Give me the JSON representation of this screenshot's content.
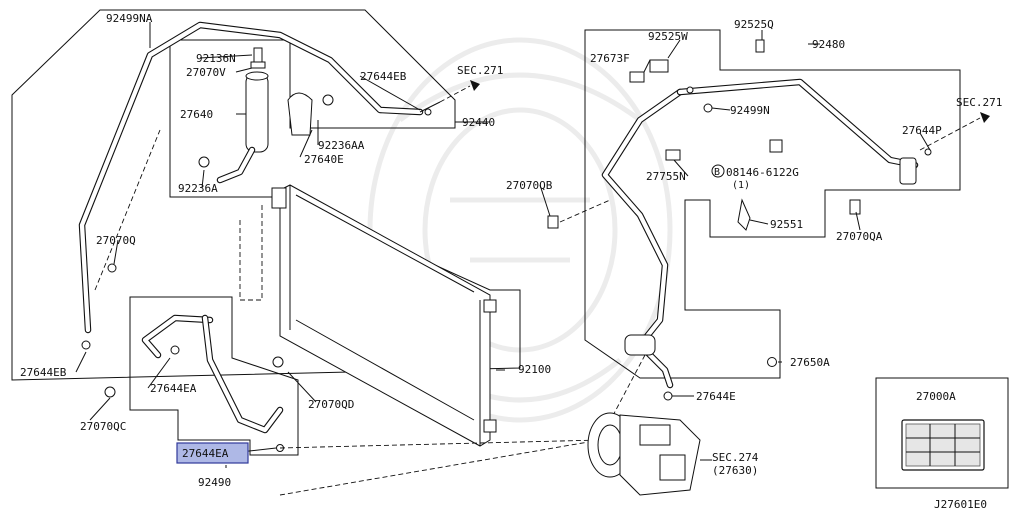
{
  "diagram": {
    "figure_code": "J27601E0",
    "part_labels": {
      "p92499NA": "92499NA",
      "p92136N": "92136N",
      "p27070V": "27070V",
      "p27644EB_top": "27644EB",
      "pSEC271_top": "SEC.271",
      "p27640": "27640",
      "p92440": "92440",
      "p92236AA": "92236AA",
      "p27640E": "27640E",
      "p92236A": "92236A",
      "p27070Q": "27070Q",
      "p27644EB_left": "27644EB",
      "p27644EA_mid": "27644EA",
      "p27070QC": "27070QC",
      "p27070QD": "27070QD",
      "p27644EA_hl": "27644EA",
      "p92490": "92490",
      "p92100": "92100",
      "p92525W": "92525W",
      "p92525Q": "92525Q",
      "p27673F": "27673F",
      "p92480": "92480",
      "p92499N": "92499N",
      "pSEC271_right": "SEC.271",
      "p27644P": "27644P",
      "p27070QB": "27070QB",
      "p27755N": "27755N",
      "p08146": "08146-6122G",
      "p08146_qty": "(1)",
      "p08146_prefix": "B",
      "p92551": "92551",
      "p27070QA": "27070QA",
      "p27650A": "27650A",
      "p27644E": "27644E",
      "pSEC274": "SEC.274",
      "pSEC274_sub": "(27630)",
      "p27000A": "27000A"
    },
    "colors": {
      "highlight_fill": "#aeb8e6",
      "highlight_border": "#30389a",
      "line": "#111111"
    }
  }
}
